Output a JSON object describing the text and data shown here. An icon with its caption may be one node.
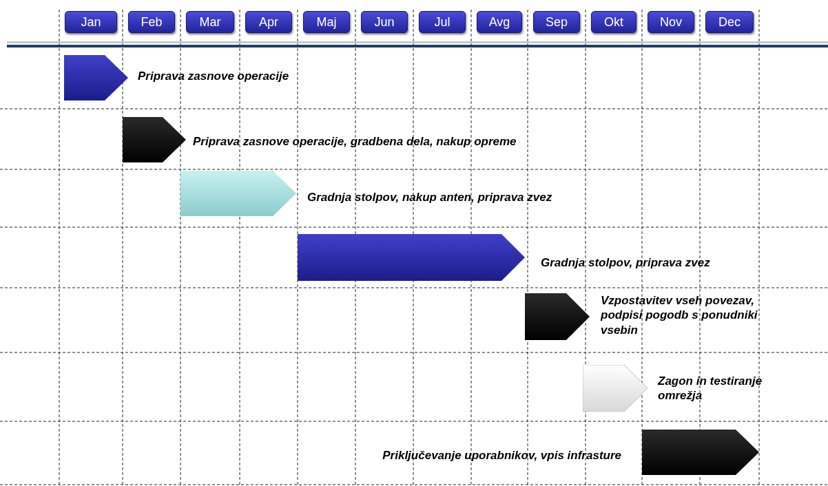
{
  "diagram": {
    "nodes": [
      {
        "text": [
          "Jan"
        ]
      },
      {
        "text": [
          "Feb"
        ]
      },
      {
        "text": [
          "Mar"
        ]
      },
      {
        "text": [
          "Apr"
        ]
      },
      {
        "text": [
          "Maj"
        ]
      },
      {
        "text": [
          "Jun"
        ]
      },
      {
        "text": [
          "Jul"
        ]
      },
      {
        "text": [
          "Avg"
        ]
      },
      {
        "text": [
          "Sep"
        ]
      },
      {
        "text": [
          "Okt"
        ]
      },
      {
        "text": [
          "Nov"
        ]
      },
      {
        "text": [
          "Dec"
        ]
      },
      {
        "text": [],
        "shape": "bar",
        "beside": [
          "Priprava zasnove operacije"
        ]
      },
      {
        "text": [],
        "shape": "bar",
        "beside": [
          "Priprava zasnove operacije, gradbena dela, nakup opreme"
        ]
      },
      {
        "text": [],
        "shape": "bar",
        "beside": [
          "Gradnja stolpov, nakup anten, priprava zvez"
        ]
      },
      {
        "text": [],
        "shape": "bar",
        "beside": [
          "Gradnja stolpov, priprava zvez"
        ]
      },
      {
        "text": [],
        "shape": "bar",
        "beside": [
          "Vzpostavitev vseh povezav, podpisi pogodb s ponudniki vsebin"
        ]
      },
      {
        "text": [],
        "shape": "bar",
        "beside": [
          "Zagon in testiranje omrežja"
        ]
      },
      {
        "text": [],
        "shape": "bar",
        "beside": [
          "Priključevanje uporabnikov, vpis infrasture"
        ]
      }
    ]
  }
}
